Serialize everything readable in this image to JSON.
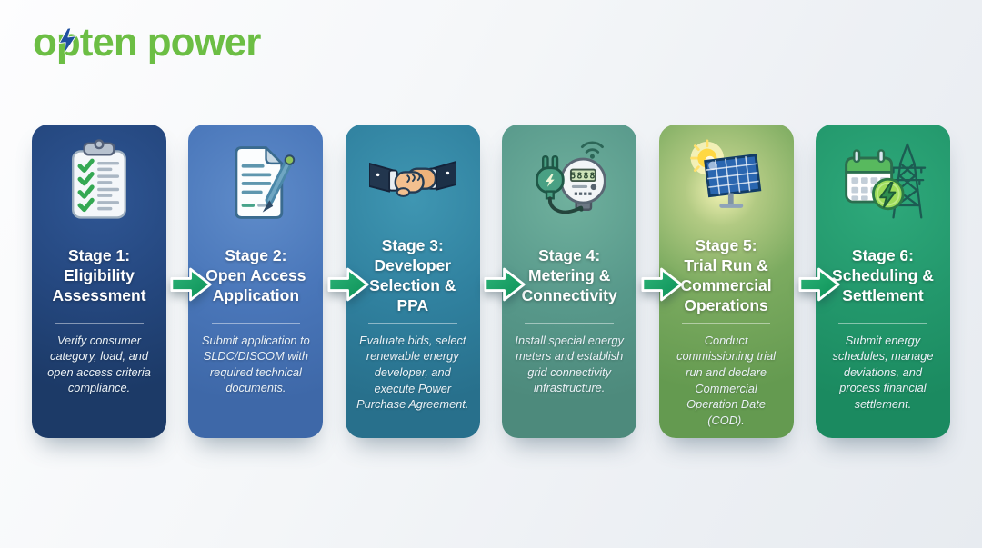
{
  "brand": {
    "logo_segments": {
      "seg1": "o",
      "seg2": "p",
      "seg3": "ten",
      "seg4": "power"
    },
    "logo_color": "#6cbe44",
    "bolt_color": "#1e4f9f"
  },
  "flow": {
    "arrow_color": "#14a065",
    "stages": [
      {
        "title": "Stage 1:\nEligibility\nAssessment",
        "description": "Verify consumer category, load, and open access criteria compliance.",
        "icon": "clipboard-checklist-icon",
        "card_color": "#1c3a67"
      },
      {
        "title": "Stage 2:\nOpen Access\nApplication",
        "description": "Submit application to SLDC/DISCOM with required technical documents.",
        "icon": "document-pen-icon",
        "card_color": "#3f69a9"
      },
      {
        "title": "Stage 3:\nDeveloper\nSelection &\nPPA",
        "description": "Evaluate bids, select renewable energy developer, and execute Power Purchase Agreement.",
        "icon": "handshake-icon",
        "card_color": "#2d7d9b"
      },
      {
        "title": "Stage 4:\nMetering &\nConnectivity",
        "description": "Install special energy meters and establish grid connectivity infrastructure.",
        "icon": "plug-smart-meter-icon",
        "card_color": "#539687",
        "meter_reading": "5888"
      },
      {
        "title": "Stage 5:\nTrial Run &\nCommercial\nOperations",
        "description": "Conduct commissioning trial run and declare Commercial Operation Date (COD).",
        "icon": "solar-panel-sun-icon",
        "card_color": "#649a50"
      },
      {
        "title": "Stage 6:\nScheduling &\nSettlement",
        "description": "Submit energy schedules, manage deviations, and process financial settlement.",
        "icon": "calendar-tower-bolt-icon",
        "card_color": "#1f9066"
      }
    ]
  }
}
